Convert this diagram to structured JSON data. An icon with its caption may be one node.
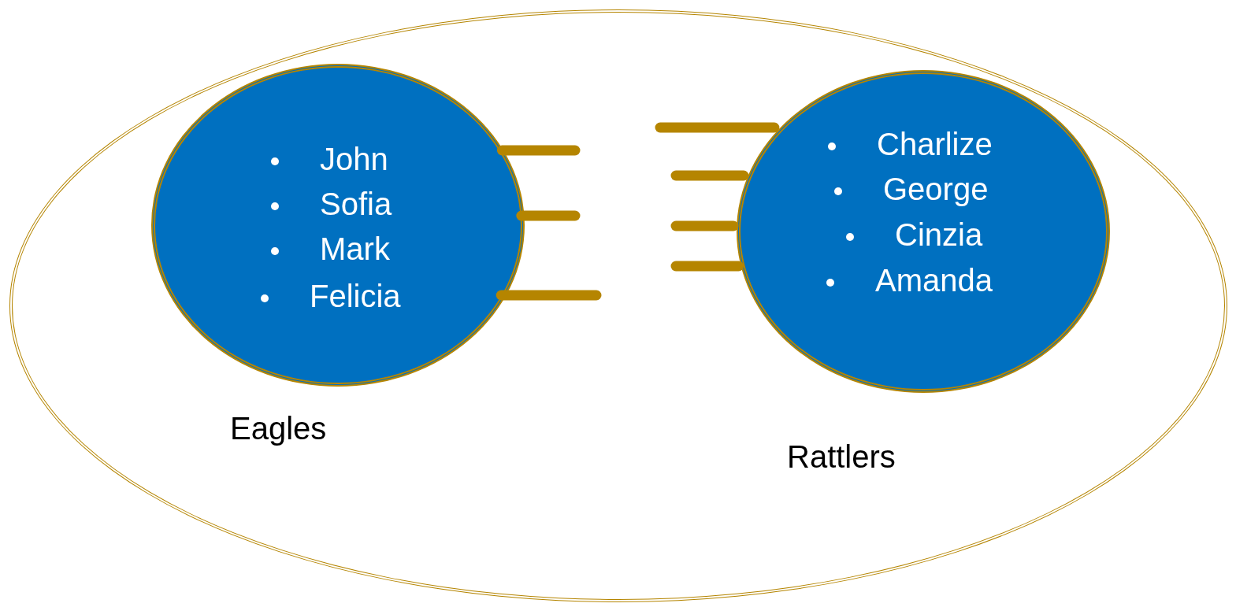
{
  "diagram": {
    "nodes": [
      {
        "text": [],
        "shape": "ellipse"
      },
      {
        "text": [
          "John",
          "Sofia",
          "Mark",
          "Felicia"
        ],
        "in": 0,
        "beside": [
          "Eagles"
        ]
      },
      {
        "text": [
          "Charlize",
          "George",
          "Cinzia",
          "Amanda"
        ],
        "in": 0,
        "beside": [
          "Rattlers"
        ]
      }
    ],
    "edges": [
      {
        "from": 1,
        "to": null,
        "arrow": "none"
      },
      {
        "from": 1,
        "to": null,
        "arrow": "none"
      },
      {
        "from": 1,
        "to": null,
        "arrow": "none"
      },
      {
        "from": 2,
        "to": null,
        "arrow": "none"
      },
      {
        "from": 2,
        "to": null,
        "arrow": "none"
      },
      {
        "from": 2,
        "to": null,
        "arrow": "none"
      },
      {
        "from": 2,
        "to": null,
        "arrow": "none"
      }
    ]
  }
}
